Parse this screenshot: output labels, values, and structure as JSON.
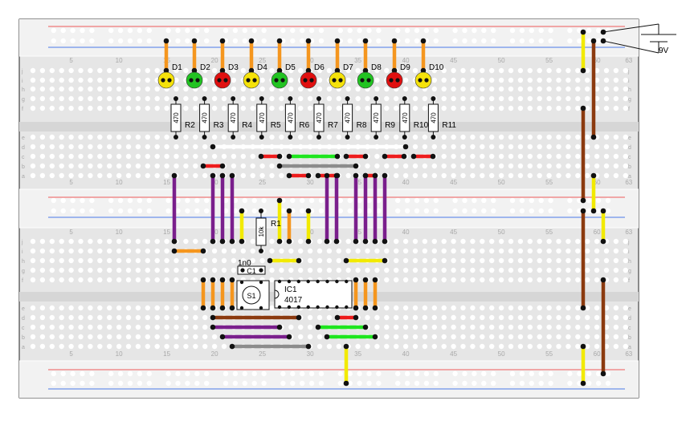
{
  "breadboard": {
    "column_numbers": [
      "5",
      "10",
      "15",
      "20",
      "25",
      "30",
      "35",
      "40",
      "45",
      "50",
      "55",
      "60",
      "63"
    ],
    "row_letters_top": [
      "a",
      "b",
      "c",
      "d",
      "e"
    ],
    "row_letters_bottom": [
      "f",
      "g",
      "h",
      "i",
      "j"
    ]
  },
  "battery": {
    "label": "9V"
  },
  "leds": [
    {
      "label": "D1",
      "color": "#f5e20a"
    },
    {
      "label": "D2",
      "color": "#22c322"
    },
    {
      "label": "D3",
      "color": "#e01010"
    },
    {
      "label": "D4",
      "color": "#f5e20a"
    },
    {
      "label": "D5",
      "color": "#22c322"
    },
    {
      "label": "D6",
      "color": "#e01010"
    },
    {
      "label": "D7",
      "color": "#f5e20a"
    },
    {
      "label": "D8",
      "color": "#22c322"
    },
    {
      "label": "D9",
      "color": "#e01010"
    },
    {
      "label": "D10",
      "color": "#f5e20a"
    }
  ],
  "led_resistors": [
    {
      "value": "470",
      "label": "R2"
    },
    {
      "value": "470",
      "label": "R3"
    },
    {
      "value": "470",
      "label": "R4"
    },
    {
      "value": "470",
      "label": "R5"
    },
    {
      "value": "470",
      "label": "R6"
    },
    {
      "value": "470",
      "label": "R7"
    },
    {
      "value": "470",
      "label": "R8"
    },
    {
      "value": "470",
      "label": "R9"
    },
    {
      "value": "470",
      "label": "R10"
    },
    {
      "value": "470",
      "label": "R11"
    }
  ],
  "r1": {
    "value": "10k",
    "label": "R1"
  },
  "c1": {
    "value": "1n0",
    "label": "C1"
  },
  "s1": {
    "label": "S1"
  },
  "ic1": {
    "label": "IC1",
    "part": "4017"
  },
  "wire_colors": {
    "orange": "#f5961e",
    "yellow": "#f2ea00",
    "brown": "#8b3a0f",
    "purple": "#7a1f8c",
    "green": "#1ee61e",
    "red": "#ee1c1c",
    "gray": "#8c8c8c",
    "white": "#ffffff"
  }
}
